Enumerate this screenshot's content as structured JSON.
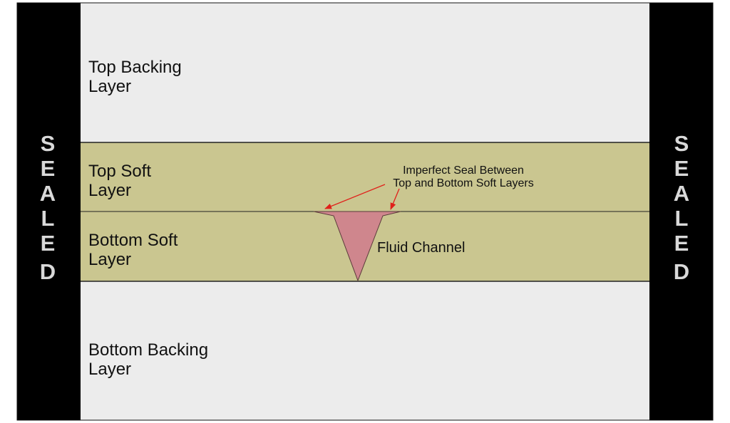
{
  "colors": {
    "sealed_bar": "#000000",
    "sealed_text": "#d9d9d9",
    "backing_layer": "#ececec",
    "soft_layer": "#cac690",
    "layer_border": "#222222",
    "fluid_channel": "#cf868d",
    "arrow": "#e0201a"
  },
  "sealed": {
    "left": [
      "S",
      "E",
      "A",
      "L",
      "E",
      "D"
    ],
    "right": [
      "S",
      "E",
      "A",
      "L",
      "E",
      "D"
    ]
  },
  "layers": {
    "top_backing": [
      "Top Backing",
      "Layer"
    ],
    "top_soft": [
      "Top Soft",
      "Layer"
    ],
    "bottom_soft": [
      "Bottom Soft",
      "Layer"
    ],
    "bottom_backing": [
      "Bottom Backing",
      "Layer"
    ]
  },
  "annotations": {
    "imperfect_seal": [
      "Imperfect Seal Between",
      "Top and Bottom Soft Layers"
    ],
    "fluid_channel": "Fluid Channel"
  }
}
